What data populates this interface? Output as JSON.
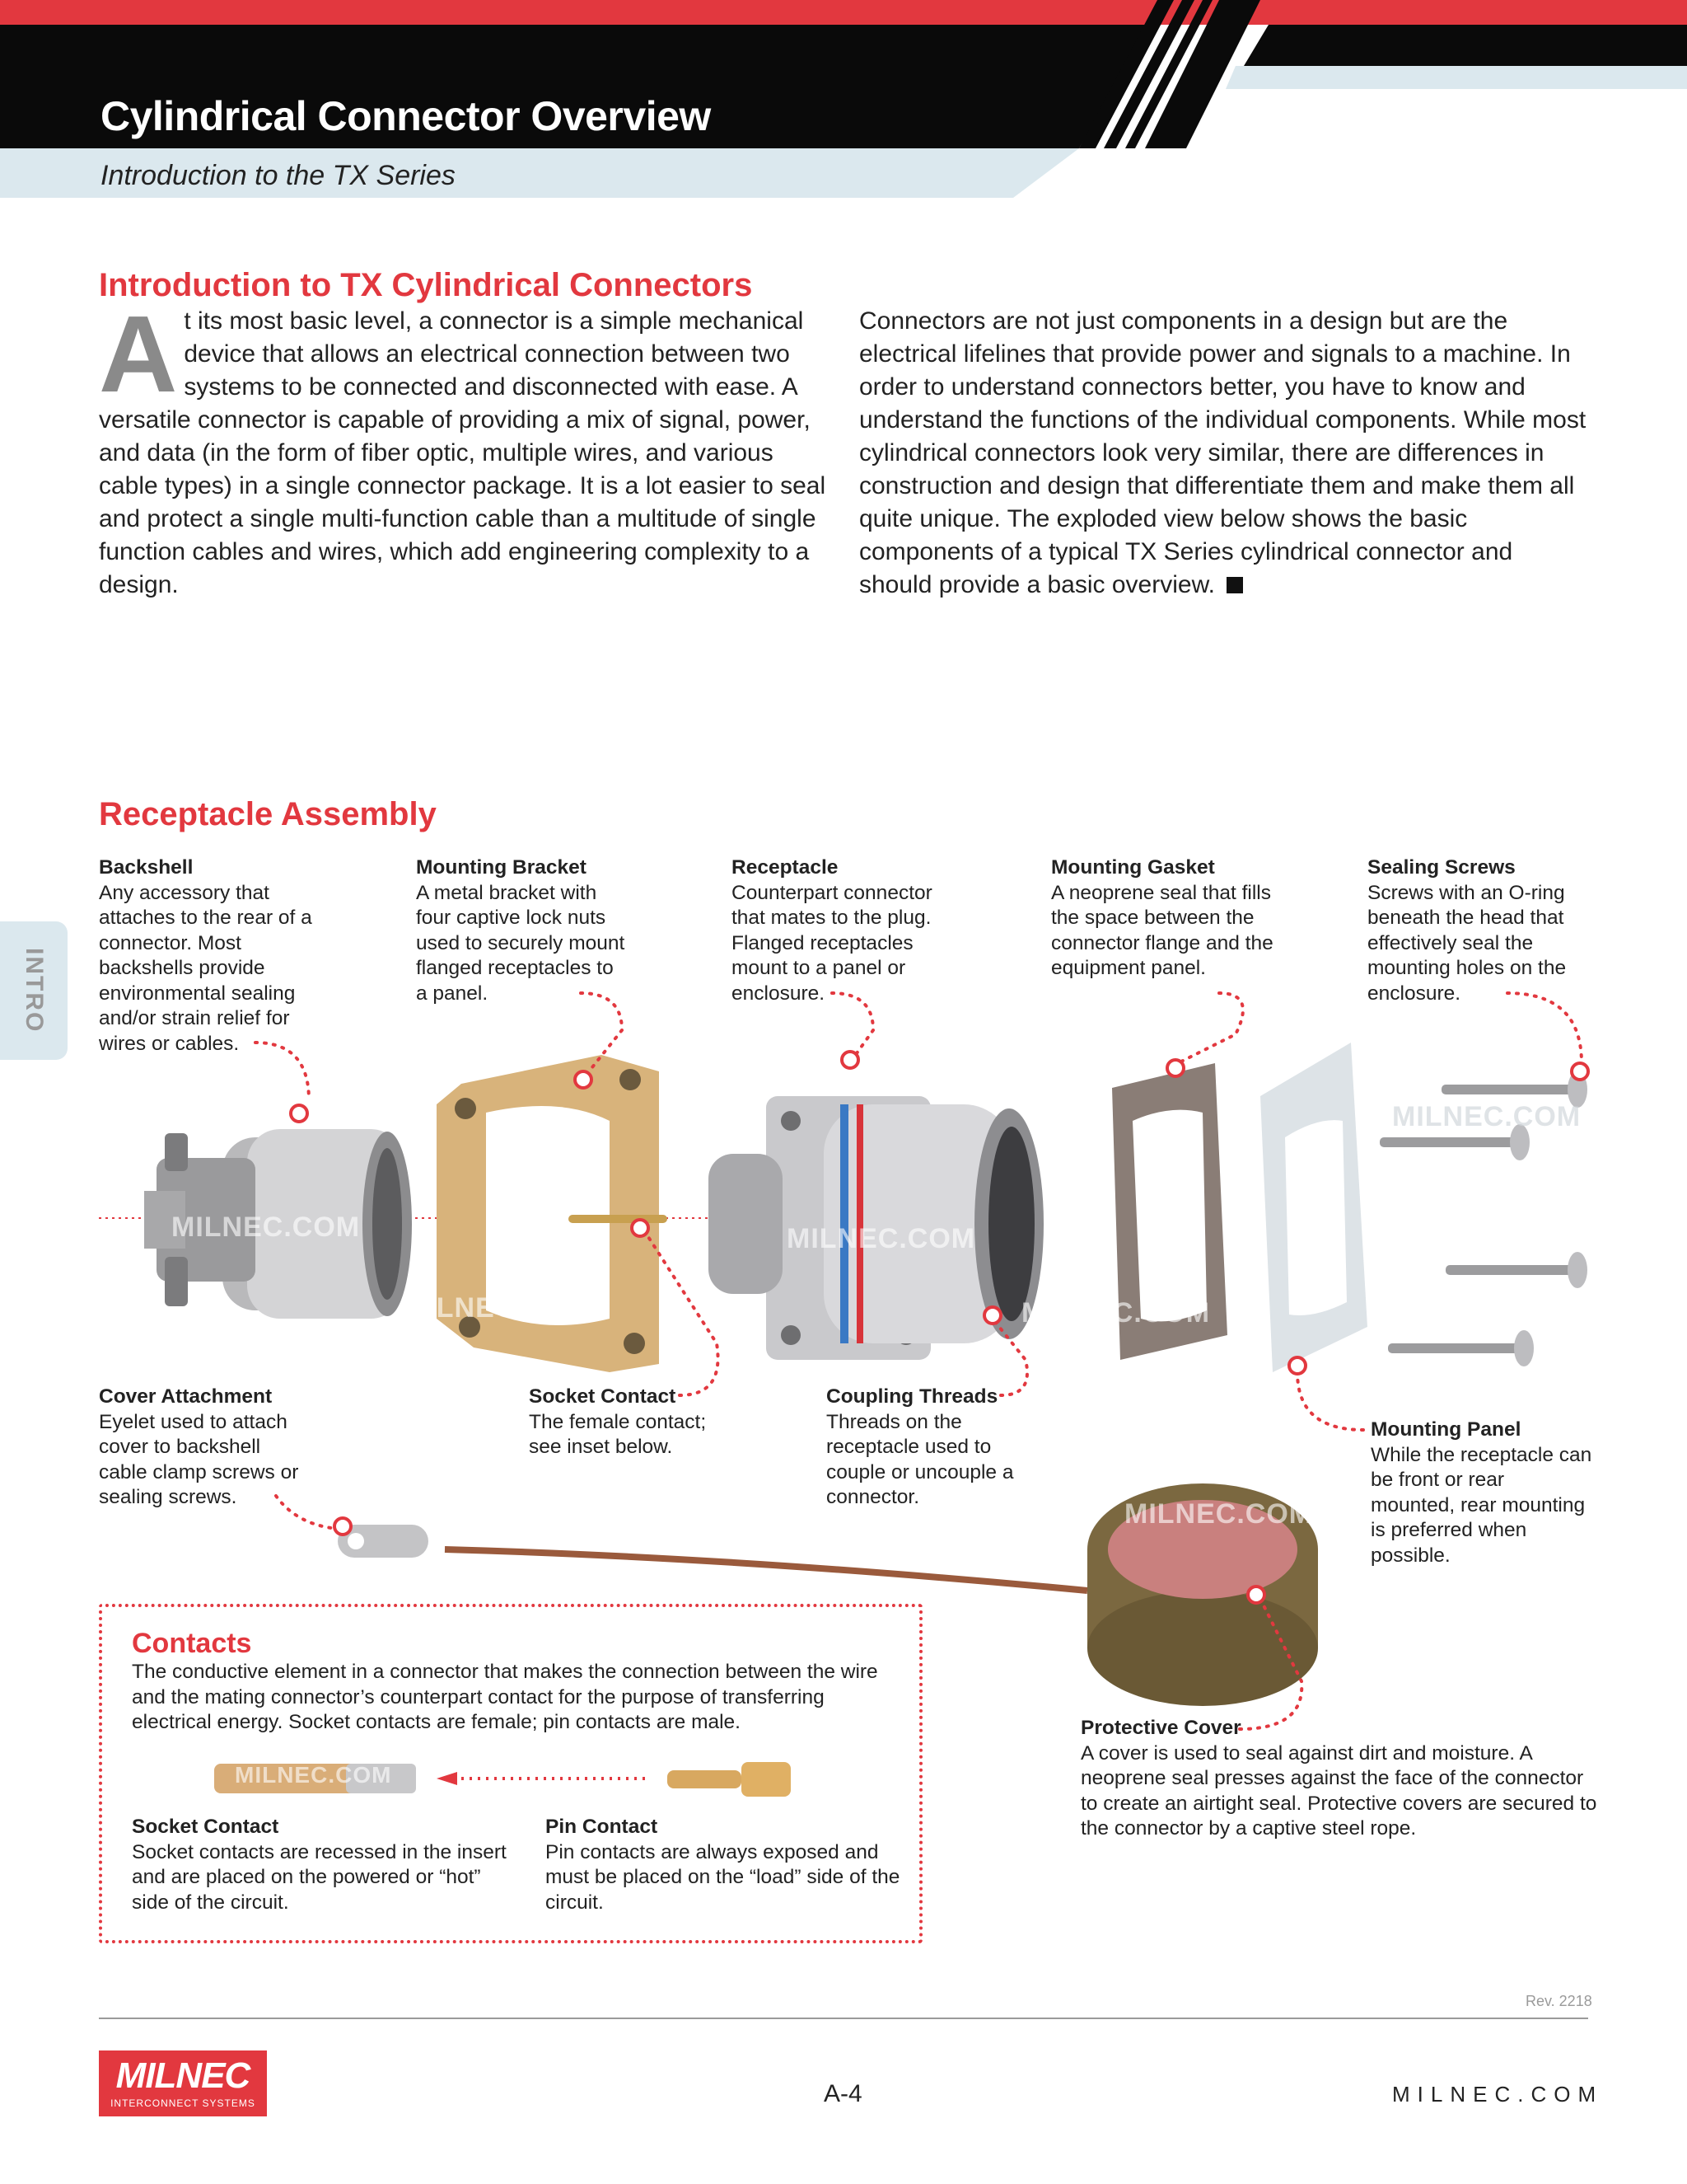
{
  "header": {
    "title": "Cylindrical Connector Overview",
    "subtitle": "Introduction to the TX Series",
    "colors": {
      "red": "#e2383f",
      "black": "#0a0a0a",
      "light_blue": "#dbe8ee"
    }
  },
  "side_tab": {
    "label": "INTRO"
  },
  "intro": {
    "title": "Introduction to TX Cylindrical Connectors",
    "dropcap": "A",
    "col1": "t its most basic level, a connector is a simple mechanical device that allows an electrical connection between two systems to be connected and disconnected with ease. A versatile connector is capable of providing a mix of signal, power, and data (in the form of fiber optic, multiple wires, and various cable types) in a single connector package. It is a lot easier to seal and protect a single multi-function cable than a multitude of single function cables and wires, which add engineering complexity to a design.",
    "col2": "Connectors are not just components in a design but are the electrical lifelines that provide power and signals to a machine. In order to understand connectors better, you have to know and understand the functions of the individual components. While most cylindrical connectors look very similar, there are differences in construction and design that differentiate them and make them all quite unique. The exploded view below shows the basic components of a typical TX Series cylindrical connector and should provide a basic overview."
  },
  "assembly": {
    "title": "Receptacle Assembly",
    "watermark": "MILNEC.COM",
    "callouts": {
      "backshell": {
        "title": "Backshell",
        "text": "Any accessory that attaches to the rear of a connector. Most backshells provide environmental sealing and/or strain relief for wires or cables."
      },
      "mounting_bracket": {
        "title": "Mounting Bracket",
        "text": "A metal bracket with four captive lock nuts used to securely mount flanged receptacles to a panel."
      },
      "receptacle": {
        "title": "Receptacle",
        "text": "Counterpart connector that mates to the plug. Flanged receptacles mount to a panel or enclosure."
      },
      "mounting_gasket": {
        "title": "Mounting Gasket",
        "text": "A neoprene seal that fills the space between the connector flange and the equipment panel."
      },
      "sealing_screws": {
        "title": "Sealing Screws",
        "text": "Screws with an O-ring beneath the head that effectively seal the mounting holes on the enclosure."
      },
      "cover_attachment": {
        "title": "Cover Attachment",
        "text": "Eyelet used to attach cover to backshell cable clamp screws or sealing screws."
      },
      "socket_contact": {
        "title": "Socket Contact",
        "text": "The female contact; see inset below."
      },
      "coupling_threads": {
        "title": "Coupling Threads",
        "text": "Threads on the receptacle used to couple or uncouple a connector."
      },
      "mounting_panel": {
        "title": "Mounting Panel",
        "text": "While the receptacle can be front or rear mounted, rear mounting is preferred when possible."
      },
      "protective_cover": {
        "title": "Protective Cover",
        "text": "A cover is used to seal against dirt and moisture. A neoprene seal presses against the face of the connector to create an airtight seal. Protective covers are secured to the connector by a captive steel rope."
      }
    }
  },
  "contacts": {
    "title": "Contacts",
    "text": "The conductive element in a connector that makes the connection between the wire and the mating connector’s counterpart contact for the purpose of transferring electrical energy. Socket contacts are female; pin contacts are male.",
    "socket": {
      "title": "Socket Contact",
      "text": "Socket contacts are recessed in the insert and are placed on the powered or “hot” side of the circuit."
    },
    "pin": {
      "title": "Pin Contact",
      "text": "Pin contacts are always exposed and must be placed on the “load” side of the circuit."
    }
  },
  "footer": {
    "rev": "Rev. 2218",
    "page": "A-4",
    "site": "MILNEC.COM",
    "logo_name": "MILNEC",
    "logo_tagline": "INTERCONNECT SYSTEMS"
  }
}
